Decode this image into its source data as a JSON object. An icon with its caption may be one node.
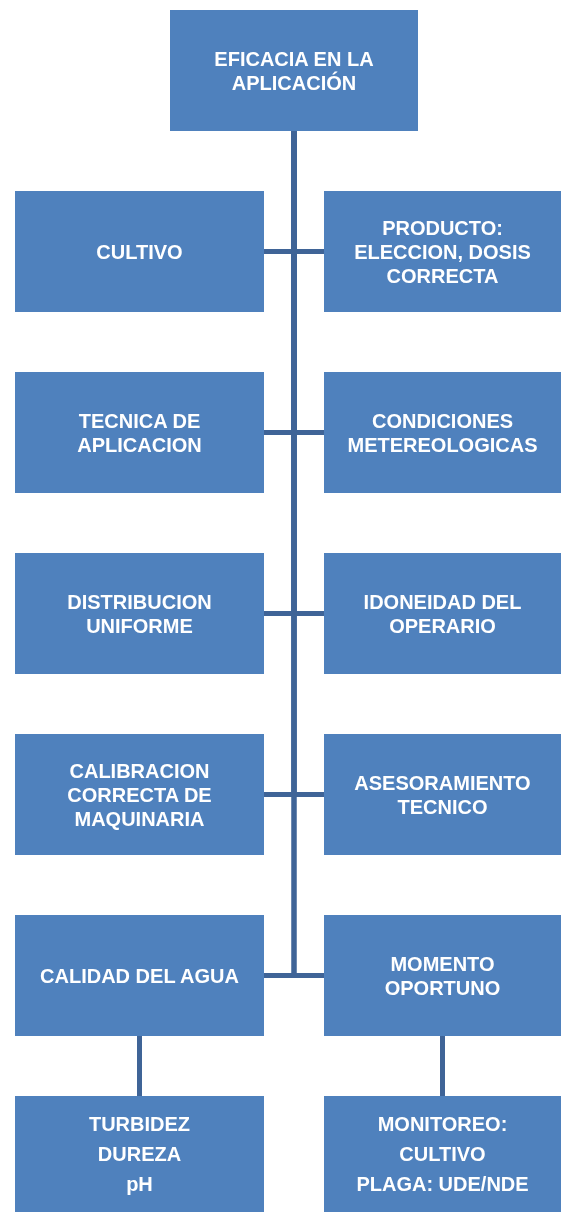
{
  "diagram": {
    "nodes": [
      {
        "text": [
          "EFICACIA EN LA APLICACIÓN"
        ]
      },
      {
        "text": [
          "CULTIVO"
        ]
      },
      {
        "text": [
          "PRODUCTO: ELECCION, DOSIS CORRECTA"
        ]
      },
      {
        "text": [
          "TECNICA DE APLICACION"
        ]
      },
      {
        "text": [
          "CONDICIONES METEREOLOGICAS"
        ]
      },
      {
        "text": [
          "DISTRIBUCION UNIFORME"
        ]
      },
      {
        "text": [
          "IDONEIDAD DEL OPERARIO"
        ]
      },
      {
        "text": [
          "CALIBRACION CORRECTA DE MAQUINARIA"
        ]
      },
      {
        "text": [
          "ASESORAMIENTO TECNICO"
        ]
      },
      {
        "text": [
          "CALIDAD DEL AGUA"
        ]
      },
      {
        "text": [
          "MOMENTO OPORTUNO"
        ]
      },
      {
        "text": [
          "TURBIDEZ",
          "DUREZA",
          "pH"
        ]
      },
      {
        "text": [
          "MONITOREO:",
          "CULTIVO",
          "PLAGA: UDE/NDE"
        ]
      }
    ],
    "edges": [
      {
        "from": 0,
        "to": 1,
        "arrow": "none"
      },
      {
        "from": 0,
        "to": 2,
        "arrow": "none"
      },
      {
        "from": 0,
        "to": 3,
        "arrow": "none"
      },
      {
        "from": 0,
        "to": 4,
        "arrow": "none"
      },
      {
        "from": 0,
        "to": 5,
        "arrow": "none"
      },
      {
        "from": 0,
        "to": 6,
        "arrow": "none"
      },
      {
        "from": 0,
        "to": 7,
        "arrow": "none"
      },
      {
        "from": 0,
        "to": 8,
        "arrow": "none"
      },
      {
        "from": 0,
        "to": 9,
        "arrow": "none"
      },
      {
        "from": 0,
        "to": 10,
        "arrow": "none"
      },
      {
        "from": 9,
        "to": 11,
        "arrow": "none"
      },
      {
        "from": 10,
        "to": 12,
        "arrow": "none"
      }
    ]
  }
}
